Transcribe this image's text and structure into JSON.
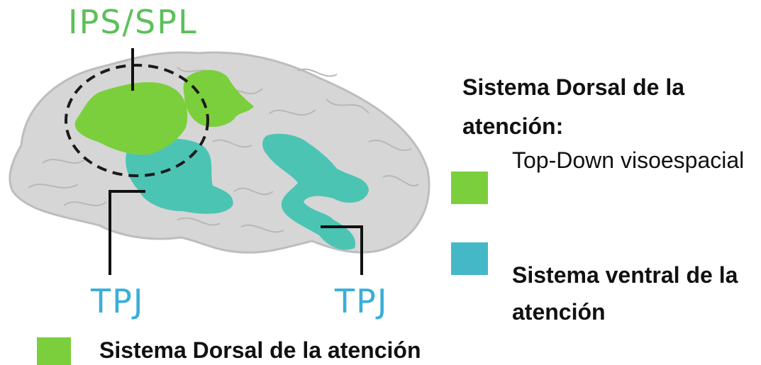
{
  "labels": {
    "ips_spl": "IPS/SPL",
    "tpj_left": "TPJ",
    "tpj_right": "TPJ"
  },
  "legend": {
    "bottom_text": "Sistema Dorsal de la atención",
    "dorsal_title": "Sistema Dorsal de la atención:",
    "dorsal_subtitle": "Top-Down visoespacial",
    "ventral_title": "Sistema ventral de la atención"
  },
  "colors": {
    "dorsal_green": "#7ccf3c",
    "ventral_teal": "#45b8c8",
    "region_teal": "#4cc4b4",
    "brain_gray": "#d6d6d6",
    "label_green": "#5cc05a",
    "label_blue": "#3aaed8"
  }
}
